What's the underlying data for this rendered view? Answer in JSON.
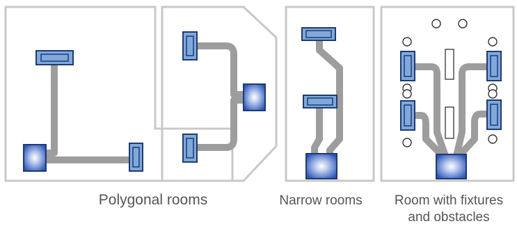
{
  "captions": {
    "polygonal": "Polygonal rooms",
    "narrow": "Narrow rooms",
    "fixtures_line1": "Room with fixtures",
    "fixtures_line2": "and obstacles"
  },
  "colors": {
    "wall": "#c8c8c8",
    "route": "#9d9d9e",
    "module_fill": "#7fa9dc",
    "module_stroke": "#1f3a72",
    "hub_edge": "#2c57b8",
    "hub_center": "#ffffff",
    "fixture_stroke": "#333333",
    "caption_text": "#555555"
  },
  "panels": [
    {
      "name": "polygonal-rooms-l-shape",
      "room_shape": "L-shaped polygon",
      "modules": 2,
      "hubs": 1
    },
    {
      "name": "polygonal-rooms-chamfered",
      "room_shape": "chamfered polygon",
      "modules": 2,
      "hubs": 1
    },
    {
      "name": "narrow-room",
      "room_shape": "narrow rectangle",
      "modules": 2,
      "hubs": 1
    },
    {
      "name": "room-with-fixtures",
      "room_shape": "rectangle with obstacles",
      "modules": 4,
      "hubs": 1,
      "circular_fixtures": 10,
      "rectangular_obstacles": 2
    }
  ]
}
